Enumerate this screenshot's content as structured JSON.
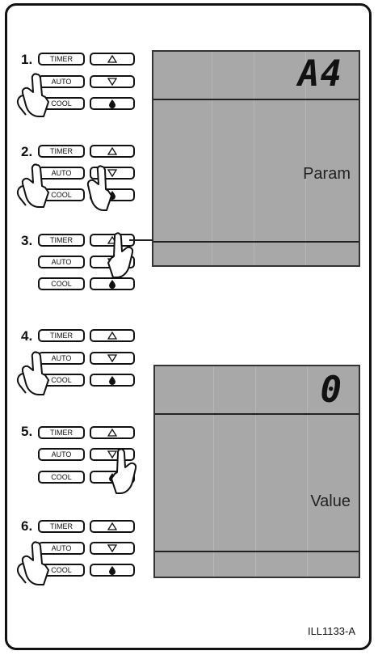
{
  "steps": [
    {
      "num": "1."
    },
    {
      "num": "2."
    },
    {
      "num": "3."
    },
    {
      "num": "4."
    },
    {
      "num": "5."
    },
    {
      "num": "6."
    }
  ],
  "buttons": {
    "timer": "TIMER",
    "auto": "AUTO",
    "cool": "COOL"
  },
  "display_top": {
    "code": "A4",
    "label": "Param"
  },
  "display_bottom": {
    "code": "0",
    "label": "Value"
  },
  "figure_id": "ILL1133-A"
}
